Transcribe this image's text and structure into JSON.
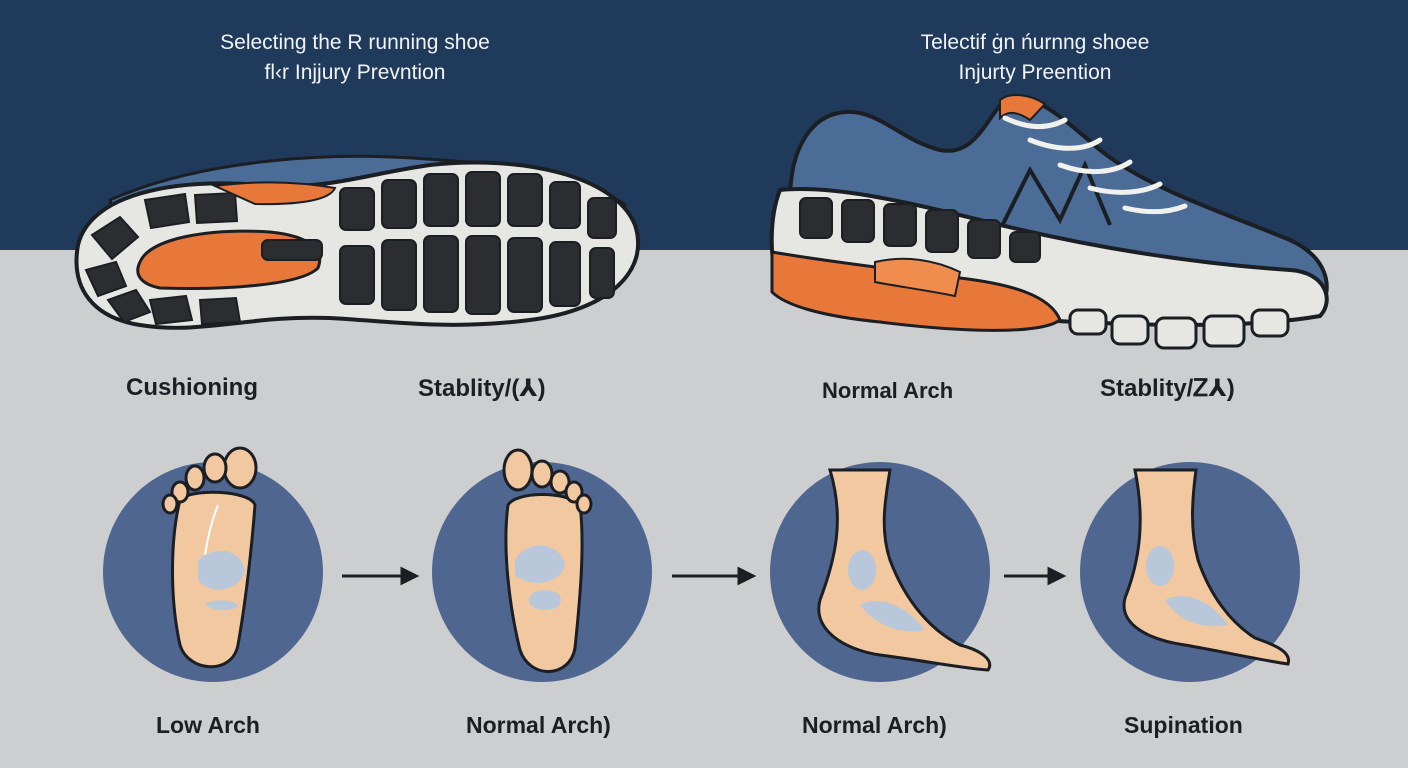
{
  "titles": {
    "left": {
      "line1": "Selecting the R running shoe",
      "line2": "fl‹r Injjury Prevntion"
    },
    "right": {
      "line1": "Telectif ġn ńurnng shoee",
      "line2": "Injurty Preention"
    }
  },
  "shoe_labels": [
    "Cushioning",
    "Stablity/(⅄)",
    "Normal Arch",
    "Stablity/Ꮓ⅄)"
  ],
  "foot_labels": [
    "Low Arch",
    "Normal Arch)",
    "Normal Arch)",
    "Supination"
  ],
  "colors": {
    "navy": "#1f3a5a",
    "background_gray": "#cdcecf",
    "circle_blue": "#4f6790",
    "shoe_blue": "#4a6c97",
    "accent_orange": "#e8773a",
    "skin": "#f2c8a0"
  }
}
